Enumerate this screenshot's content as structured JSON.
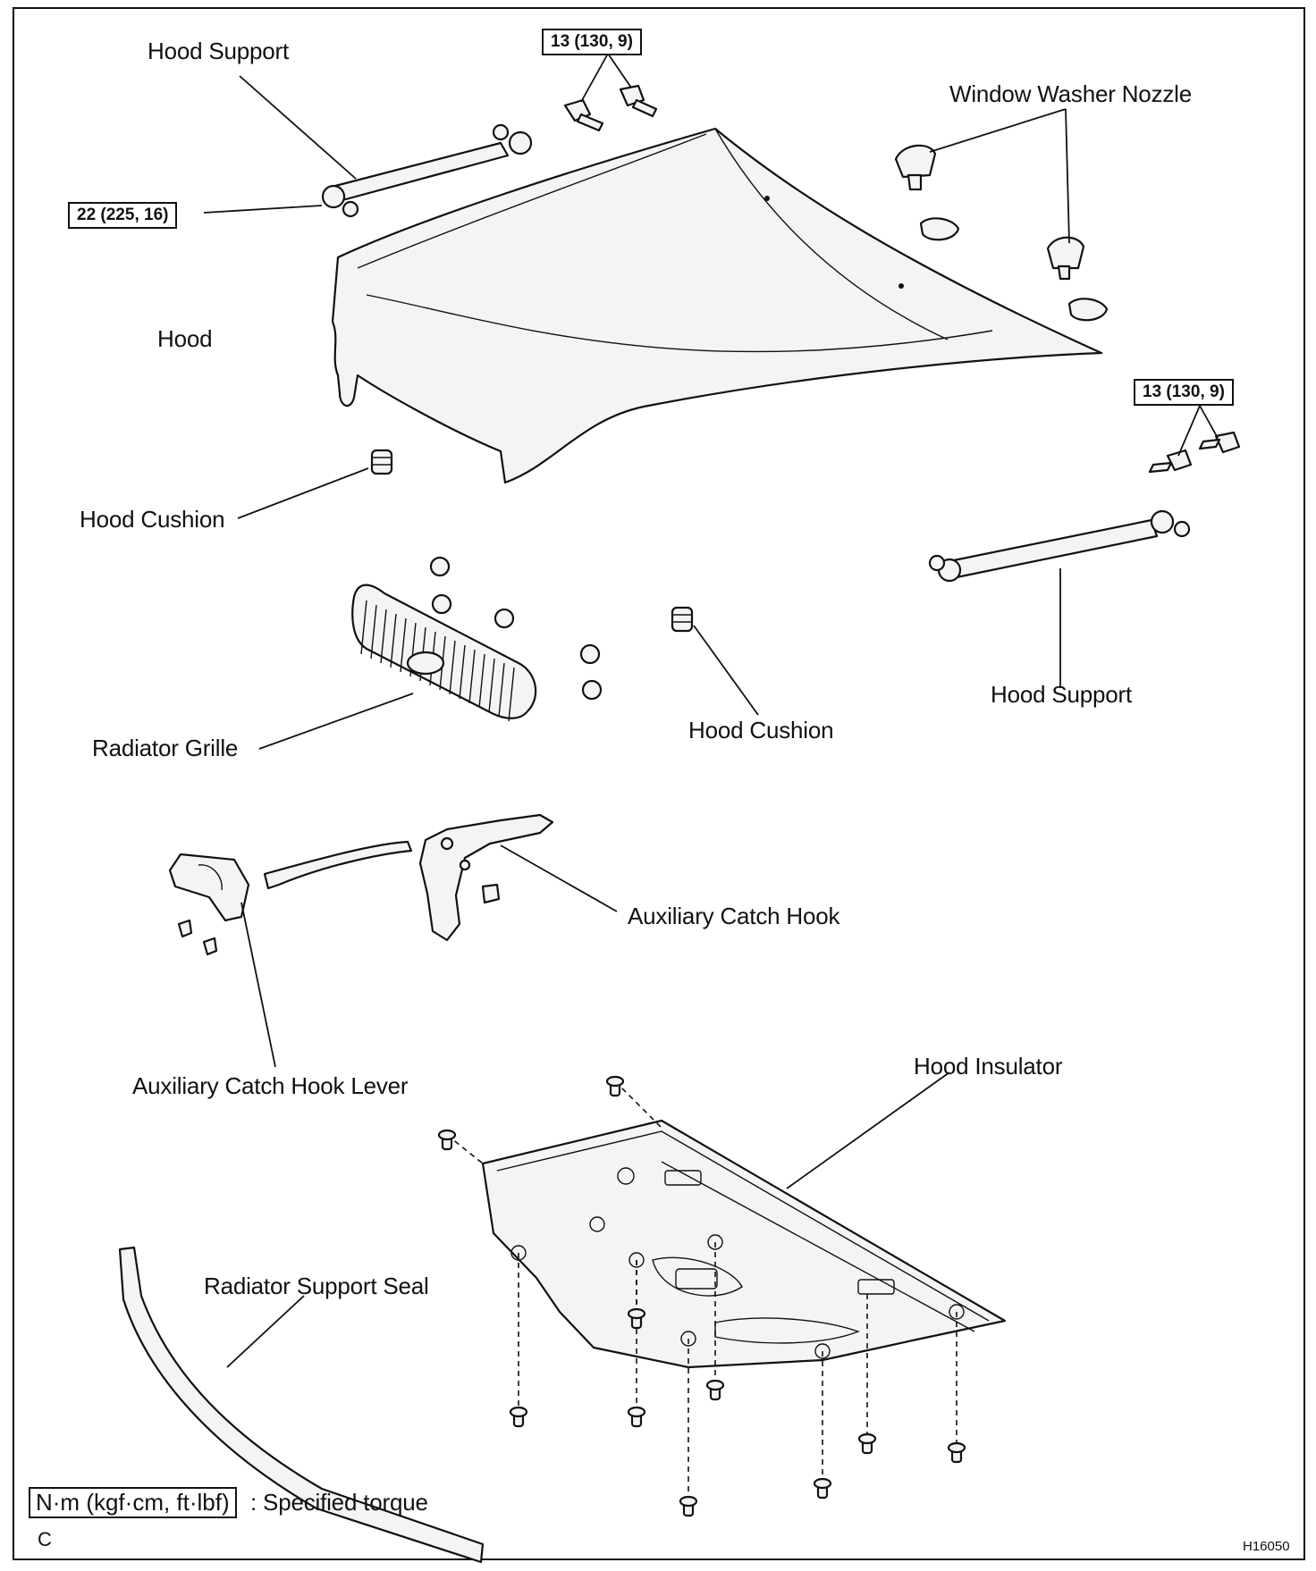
{
  "labels": {
    "hood_support_top": "Hood Support",
    "window_washer_nozzle": "Window Washer Nozzle",
    "hood": "Hood",
    "hood_cushion_left": "Hood Cushion",
    "hood_support_right": "Hood Support",
    "radiator_grille": "Radiator Grille",
    "hood_cushion_center": "Hood Cushion",
    "auxiliary_catch_hook": "Auxiliary Catch Hook",
    "auxiliary_catch_hook_lever": "Auxiliary Catch Hook Lever",
    "hood_insulator": "Hood Insulator",
    "radiator_support_seal": "Radiator Support Seal"
  },
  "torques": {
    "top_bolts": "13 (130, 9)",
    "hood_support_pin": "22 (225, 16)",
    "right_bolts": "13 (130, 9)"
  },
  "legend": {
    "unit_box": "N·m (kgf·cm, ft·lbf)",
    "description": ": Specified torque"
  },
  "corner_letter": "C",
  "figure_id": "H16050"
}
